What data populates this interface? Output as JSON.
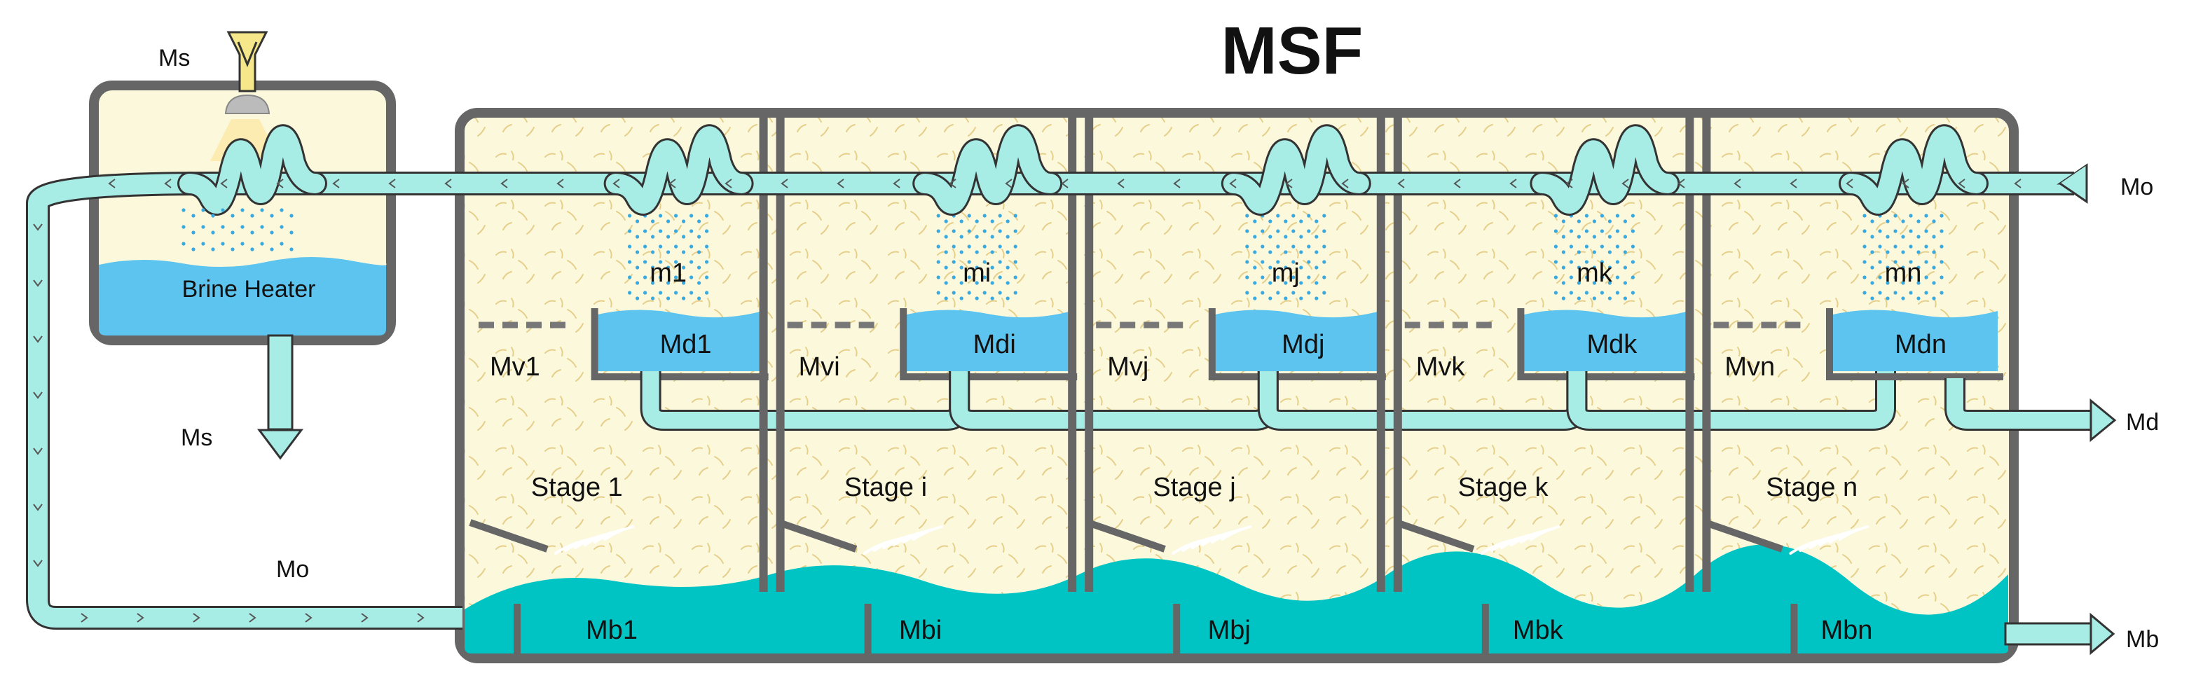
{
  "title": "MSF",
  "colors": {
    "frame": "#666666",
    "vapor_space": "#fcf8dc",
    "pipe": "#a8ece6",
    "distillate": "#5cc4ef",
    "brine": "#00c4c4",
    "spray": "#3aa9e0"
  },
  "brine_heater": {
    "label": "Brine Heater",
    "steam_in_label": "Ms",
    "condensate_out_label": "Ms",
    "feed_label": "Mo"
  },
  "stages": [
    {
      "name": "Stage 1",
      "spray": "m1",
      "vapor": "Mv1",
      "distillate": "Md1",
      "brine": "Mb1"
    },
    {
      "name": "Stage i",
      "spray": "mi",
      "vapor": "Mvi",
      "distillate": "Mdi",
      "brine": "Mbi"
    },
    {
      "name": "Stage j",
      "spray": "mj",
      "vapor": "Mvj",
      "distillate": "Mdj",
      "brine": "Mbj"
    },
    {
      "name": "Stage k",
      "spray": "mk",
      "vapor": "Mvk",
      "distillate": "Mdk",
      "brine": "Mbk"
    },
    {
      "name": "Stage n",
      "spray": "mn",
      "vapor": "Mvn",
      "distillate": "Mdn",
      "brine": "Mbn"
    }
  ],
  "outlets": {
    "feed_in": "Mo",
    "distillate_out": "Md",
    "brine_out": "Mb"
  }
}
